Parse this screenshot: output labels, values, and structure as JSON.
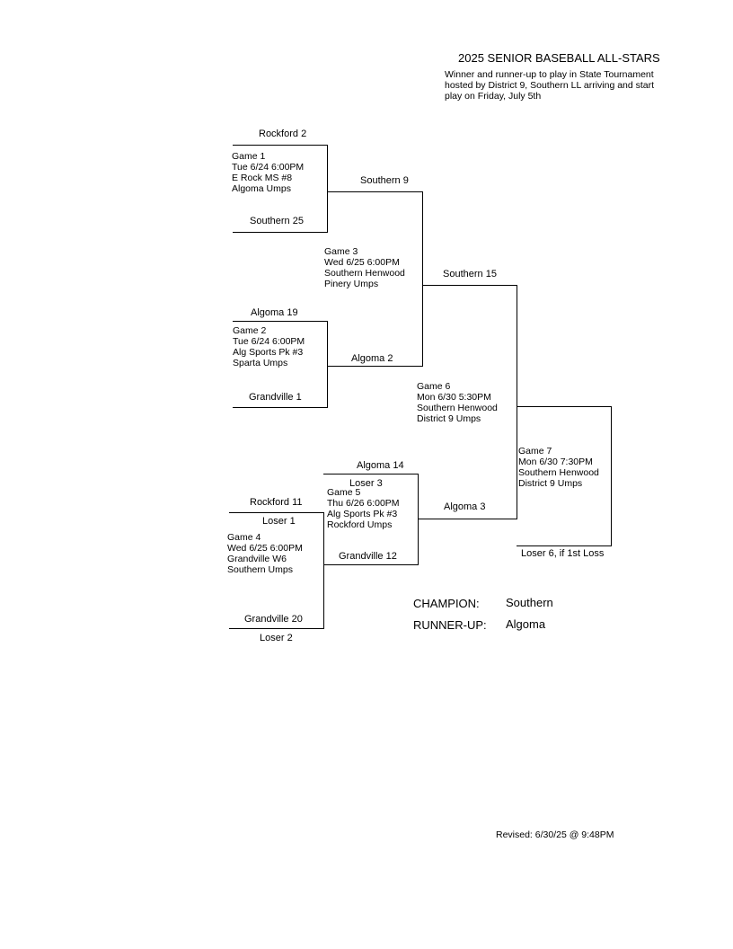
{
  "header": {
    "title": "2025 SENIOR BASEBALL ALL-STARS",
    "subtitle_lines": [
      "Winner and runner-up to play in State Tournament",
      "hosted by District 9, Southern LL arriving and start",
      "play on Friday, July 5th"
    ]
  },
  "games": {
    "g1": {
      "top": "Rockford  2",
      "bottom": "Southern  25",
      "info": [
        "Game 1",
        "Tue  6/24  6:00PM",
        "E Rock MS #8",
        "Algoma Umps"
      ]
    },
    "g2": {
      "top": "Algoma  19",
      "bottom": "Grandville  1",
      "info": [
        "Game 2",
        "Tue  6/24  6:00PM",
        "Alg Sports Pk #3",
        "Sparta Umps"
      ]
    },
    "g3": {
      "top": "Southern  9",
      "bottom": "Algoma  2",
      "info": [
        "Game 3",
        "Wed  6/25  6:00PM",
        "Southern Henwood",
        "Pinery Umps"
      ]
    },
    "g4": {
      "top": "Rockford  11",
      "top_note": "Loser 1",
      "bottom": "Grandville  20",
      "bottom_note": "Loser 2",
      "info": [
        "Game 4",
        "Wed  6/25  6:00PM",
        "Grandville W6",
        "Southern Umps"
      ]
    },
    "g5": {
      "top": "Algoma  14",
      "top_note": "Loser 3",
      "bottom": "Grandville  12",
      "info": [
        "Game 5",
        "Thu  6/26  6:00PM",
        "Alg Sports Pk #3",
        "Rockford Umps"
      ]
    },
    "g6": {
      "top": "Southern  15",
      "bottom": "Algoma  3",
      "info": [
        "Game 6",
        "Mon  6/30  5:30PM",
        "Southern Henwood",
        "District 9 Umps"
      ]
    },
    "g7": {
      "bottom_note": "Loser 6, if 1st Loss",
      "info": [
        "Game 7",
        "Mon  6/30  7:30PM",
        "Southern Henwood",
        "District 9 Umps"
      ]
    }
  },
  "results": {
    "champion_label": "CHAMPION:",
    "champion": "Southern",
    "runnerup_label": "RUNNER-UP:",
    "runnerup": "Algoma"
  },
  "footer": {
    "revised": "Revised:  6/30/25 @  9:48PM"
  }
}
